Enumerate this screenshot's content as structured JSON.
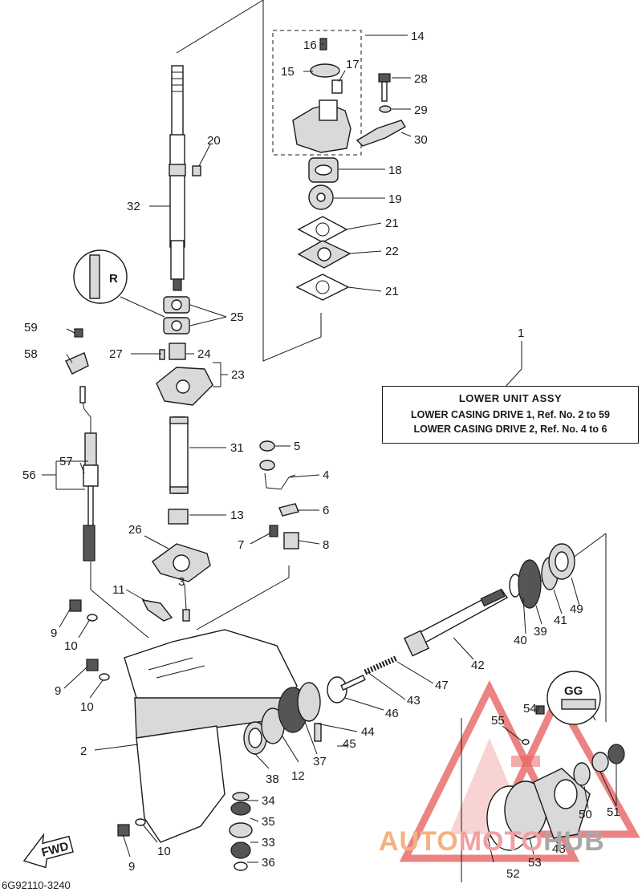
{
  "labels": [
    {
      "text": "1"
    },
    {
      "text": "2"
    },
    {
      "text": "3"
    },
    {
      "text": "4"
    },
    {
      "text": "5"
    },
    {
      "text": "6"
    },
    {
      "text": "7"
    },
    {
      "text": "8"
    },
    {
      "text": "9"
    },
    {
      "text": "9"
    },
    {
      "text": "9"
    },
    {
      "text": "10"
    },
    {
      "text": "10"
    },
    {
      "text": "10"
    },
    {
      "text": "11"
    },
    {
      "text": "12"
    },
    {
      "text": "13"
    },
    {
      "text": "14"
    },
    {
      "text": "15"
    },
    {
      "text": "16"
    },
    {
      "text": "17"
    },
    {
      "text": "18"
    },
    {
      "text": "19"
    },
    {
      "text": "20"
    },
    {
      "text": "21"
    },
    {
      "text": "21"
    },
    {
      "text": "22"
    },
    {
      "text": "23"
    },
    {
      "text": "24"
    },
    {
      "text": "25"
    },
    {
      "text": "26"
    },
    {
      "text": "27"
    },
    {
      "text": "28"
    },
    {
      "text": "29"
    },
    {
      "text": "30"
    },
    {
      "text": "31"
    },
    {
      "text": "32"
    },
    {
      "text": "33"
    },
    {
      "text": "34"
    },
    {
      "text": "35"
    },
    {
      "text": "36"
    },
    {
      "text": "37"
    },
    {
      "text": "38"
    },
    {
      "text": "39"
    },
    {
      "text": "40"
    },
    {
      "text": "41"
    },
    {
      "text": "42"
    },
    {
      "text": "43"
    },
    {
      "text": "44"
    },
    {
      "text": "45"
    },
    {
      "text": "46"
    },
    {
      "text": "47"
    },
    {
      "text": "48"
    },
    {
      "text": "49"
    },
    {
      "text": "50"
    },
    {
      "text": "51"
    },
    {
      "text": "52"
    },
    {
      "text": "53"
    },
    {
      "text": "54"
    },
    {
      "text": "55"
    },
    {
      "text": "56"
    },
    {
      "text": "57"
    },
    {
      "text": "58"
    },
    {
      "text": "59"
    }
  ],
  "info_box": {
    "title": "LOWER UNIT ASSY",
    "line1": "LOWER CASING DRIVE 1, Ref. No. 2 to 59",
    "line2": "LOWER CASING DRIVE 2, Ref. No. 4 to 6"
  },
  "fwd_label": "FWD",
  "callout_gg": "GG",
  "callout_r": "R",
  "footer_code": "6G92110-3240",
  "watermark": {
    "part1": "AUTO",
    "part2": "MOTO",
    "part3": "HUB"
  },
  "colors": {
    "watermark_triangle": "#e65a5a",
    "watermark_auto": "#f4b183",
    "watermark_hub": "#a8a8a8"
  }
}
